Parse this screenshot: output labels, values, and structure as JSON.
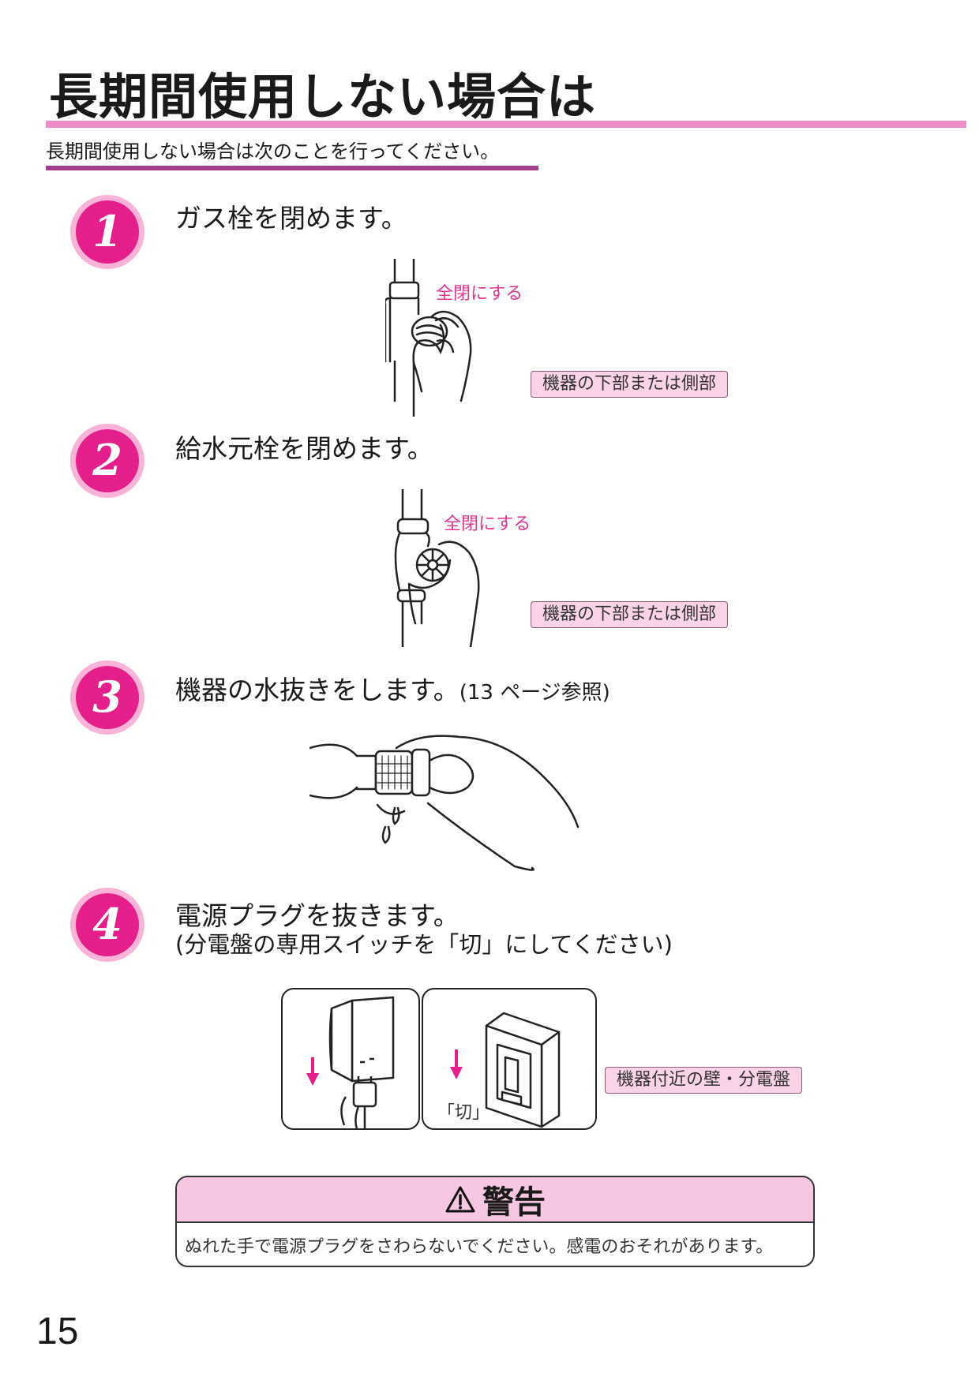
{
  "page": {
    "title": "長期間使用しない場合は",
    "subtitle": "長期間使用しない場合は次のことを行ってください。",
    "page_number": "15"
  },
  "colors": {
    "accent_pink": "#f08cc8",
    "badge_magenta": "#e41f8c",
    "subtitle_rule": "#a43f8a",
    "label_pink": "#e0358f",
    "box_fill": "#fbd3e8"
  },
  "steps": [
    {
      "number": "1",
      "title": "ガス栓を閉めます。",
      "action_label": "全閉にする",
      "location": "機器の下部または側部"
    },
    {
      "number": "2",
      "title": "給水元栓を閉めます。",
      "action_label": "全閉にする",
      "location": "機器の下部または側部"
    },
    {
      "number": "3",
      "title": "機器の水抜きをします。",
      "note": "(13 ページ参照)"
    },
    {
      "number": "4",
      "title": "電源プラグを抜きます。",
      "subtitle": "(分電盤の専用スイッチを「切」にしてください)",
      "switch_label": "「切」",
      "location": "機器付近の壁・分電盤"
    }
  ],
  "warning": {
    "icon": "warning-triangle-icon",
    "title": "警告",
    "text": "ぬれた手で電源プラグをさわらないでください。感電のおそれがあります。"
  }
}
